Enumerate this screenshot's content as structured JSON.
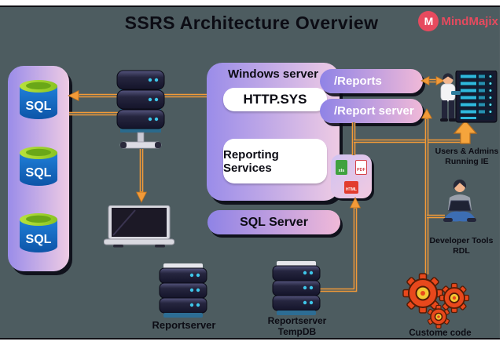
{
  "title": "SSRS Architecture Overview",
  "logo": {
    "monogram": "M",
    "name": "MindMajix"
  },
  "database_group": {
    "items": [
      {
        "label": "SQL"
      },
      {
        "label": "SQL"
      },
      {
        "label": "SQL"
      }
    ]
  },
  "windows_server": {
    "title": "Windows server",
    "http": "HTTP.SYS",
    "reporting": "Reporting Services"
  },
  "endpoints": {
    "reports": "/Reports",
    "report_server": "/Report server"
  },
  "sql_server": {
    "label": "SQL Server"
  },
  "files": {
    "xls": "xls",
    "pdf": "PDF",
    "html": "HTML"
  },
  "stacks": {
    "report_server": {
      "label": "Reportserver"
    },
    "tempdb": {
      "label_line1": "Reportserver",
      "label_line2": "TempDB"
    }
  },
  "actors": {
    "users": {
      "line1": "Users & Admins",
      "line2": "Running IE"
    },
    "developer": {
      "line1": "Developer Tools",
      "line2": "RDL"
    },
    "custom_code": {
      "label": "Custome code"
    }
  },
  "colors": {
    "background": "#4d5c60",
    "arrow_orange": "#f29a38",
    "gradient_purple": "#9a8ce9",
    "gradient_pink": "#eecbe4",
    "database_blue": "#1673c8",
    "database_green": "#9ed32a",
    "brand_red": "#e64a5e",
    "gear_orange": "#e8481c"
  }
}
